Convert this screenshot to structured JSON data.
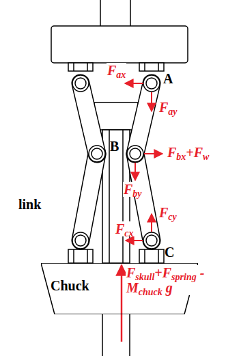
{
  "diagram": {
    "nodes": [
      {
        "text": [
          "Chuck"
        ]
      }
    ],
    "labels": [
      "A",
      "B",
      "C",
      "link",
      "Fax",
      "Fay",
      "Fbx+Fw",
      "Fby",
      "Fcy",
      "Fcx",
      "Fskull+Fspring -Mchuck g"
    ]
  }
}
